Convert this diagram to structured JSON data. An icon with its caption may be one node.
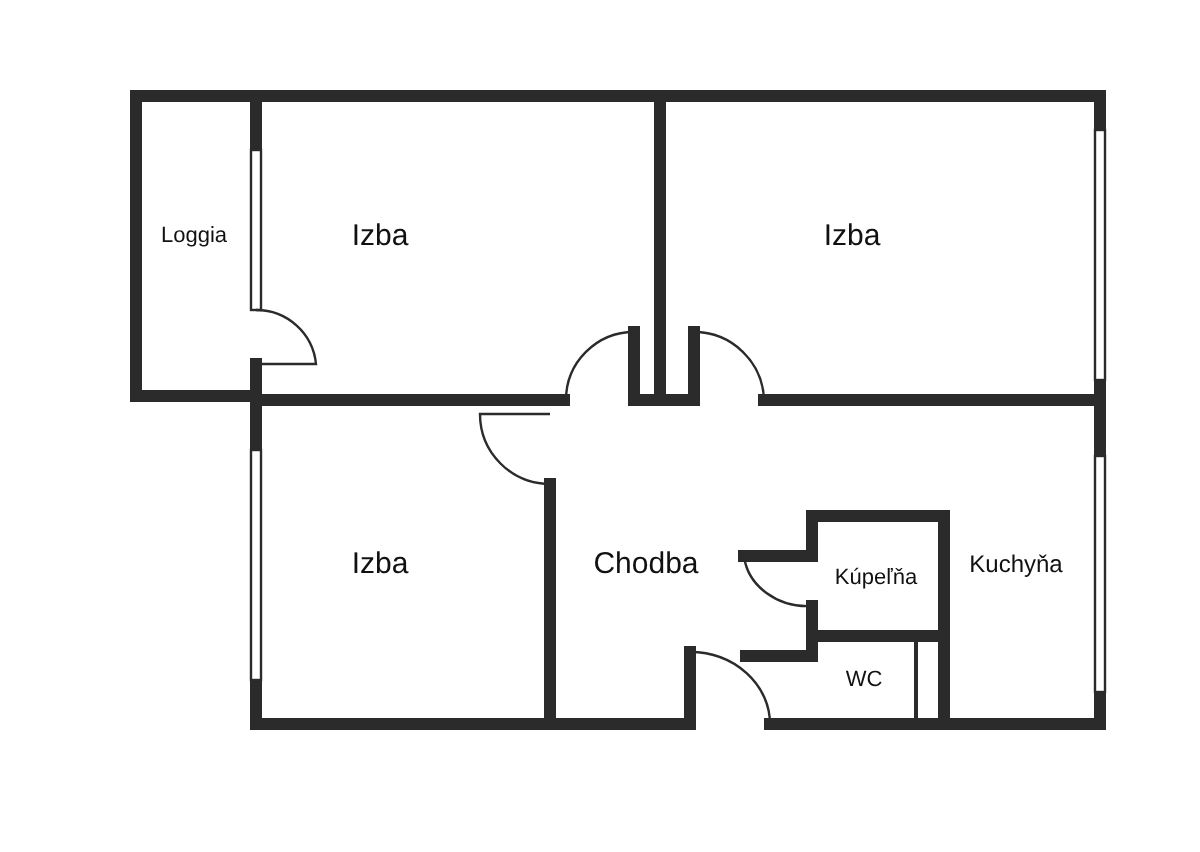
{
  "diagram": {
    "labels": [
      "Loggia",
      "Izba",
      "Izba",
      "Izba",
      "Chodba",
      "Kúpeľňa",
      "Kuchyňa",
      "WC"
    ]
  }
}
